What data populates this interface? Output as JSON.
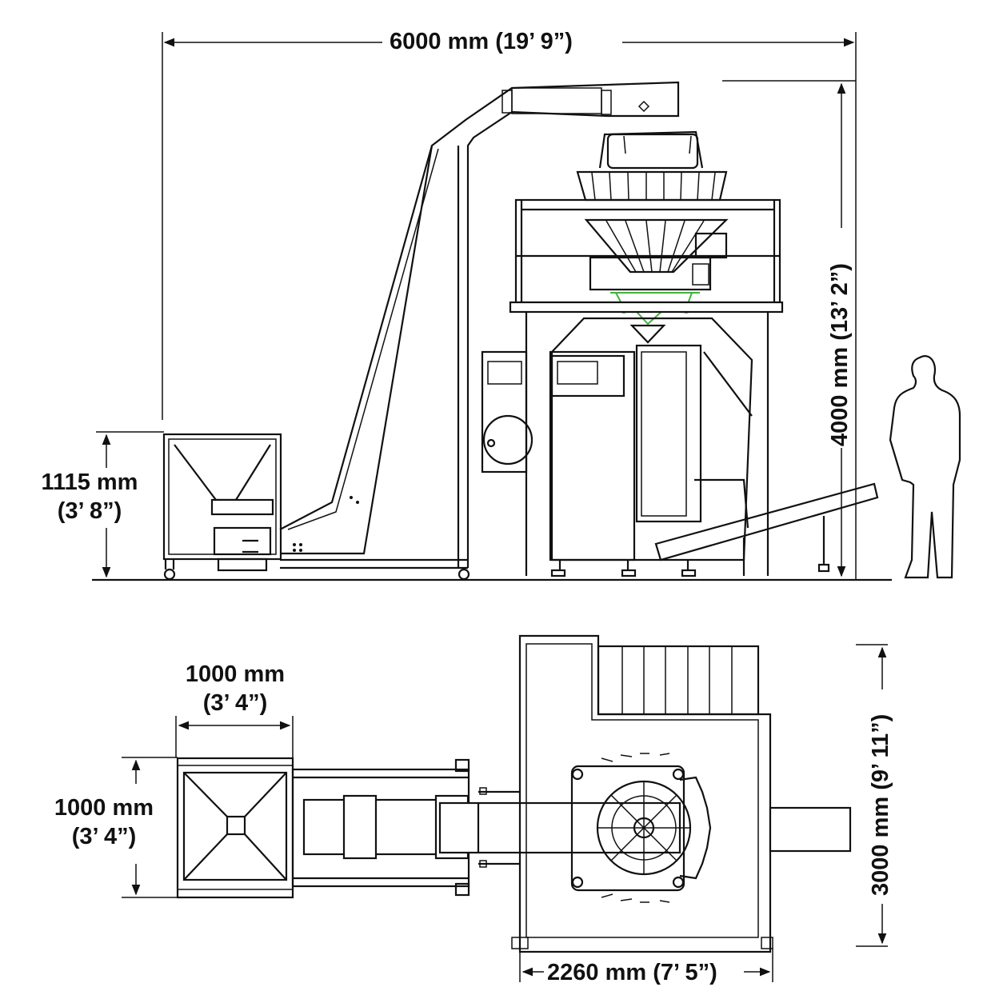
{
  "dimensions": {
    "overall_width": "6000 mm (19’ 9”)",
    "overall_height": "4000 mm (13’ 2”)",
    "hopper_height_mm": "1115 mm",
    "hopper_height_ft": "(3’ 8”)",
    "hopper_width_mm": "1000 mm",
    "hopper_width_ft": "(3’ 4”)",
    "hopper_depth_mm": "1000 mm",
    "hopper_depth_ft": "(3’ 4”)",
    "platform_depth": "3000 mm (9’ 11”)",
    "platform_width": "2260 mm (7’ 5”)"
  },
  "colors": {
    "line": "#111111",
    "highlight": "#3fb33a"
  }
}
